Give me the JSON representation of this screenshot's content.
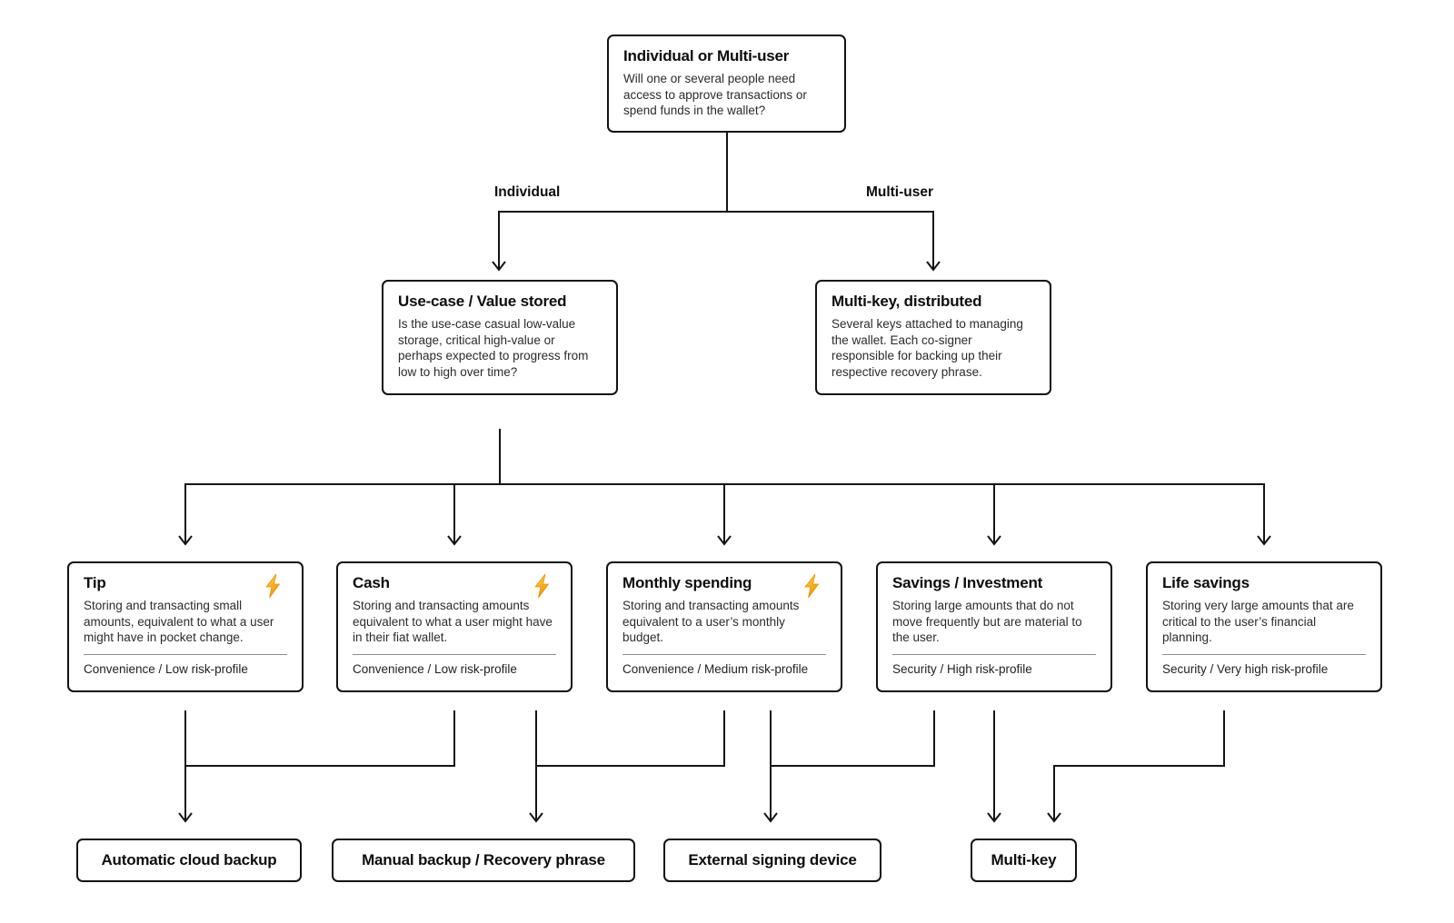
{
  "diagram": {
    "root": {
      "title": "Individual or Multi-user",
      "description": "Will one or several people need access to approve transactions or spend funds in the wallet?"
    },
    "branches": {
      "left_label": "Individual",
      "right_label": "Multi-user"
    },
    "level2": [
      {
        "title": "Use-case / Value stored",
        "description": "Is the use-case casual low-value storage, critical high-value or perhaps expected to progress from low to high over time?"
      },
      {
        "title": "Multi-key, distributed",
        "description": "Several keys attached to managing the wallet. Each co-signer responsible for backing up their respective recovery phrase."
      }
    ],
    "use_cases": [
      {
        "title": "Tip",
        "description": "Storing and transacting small amounts, equivalent to what a user might have in pocket change.",
        "profile": "Convenience / Low risk-profile",
        "lightning": true
      },
      {
        "title": "Cash",
        "description": "Storing and transacting amounts equivalent to what a user might have in their fiat wallet.",
        "profile": "Convenience / Low risk-profile",
        "lightning": true
      },
      {
        "title": "Monthly spending",
        "description": "Storing and transacting amounts equivalent to a user’s monthly budget.",
        "profile": "Convenience / Medium risk-profile",
        "lightning": true
      },
      {
        "title": "Savings / Investment",
        "description": "Storing large amounts that do not move frequently but are material to the user.",
        "profile": "Security / High risk-profile",
        "lightning": false
      },
      {
        "title": "Life savings",
        "description": "Storing very large amounts that are critical to the user’s financial planning.",
        "profile": "Security / Very high risk-profile",
        "lightning": false
      }
    ],
    "outcomes": [
      "Automatic cloud backup",
      "Manual backup / Recovery phrase",
      "External signing device",
      "Multi-key"
    ],
    "colors": {
      "line": "#141414",
      "bolt_yellow": "#FFD94A",
      "bolt_orange": "#F59300"
    }
  }
}
